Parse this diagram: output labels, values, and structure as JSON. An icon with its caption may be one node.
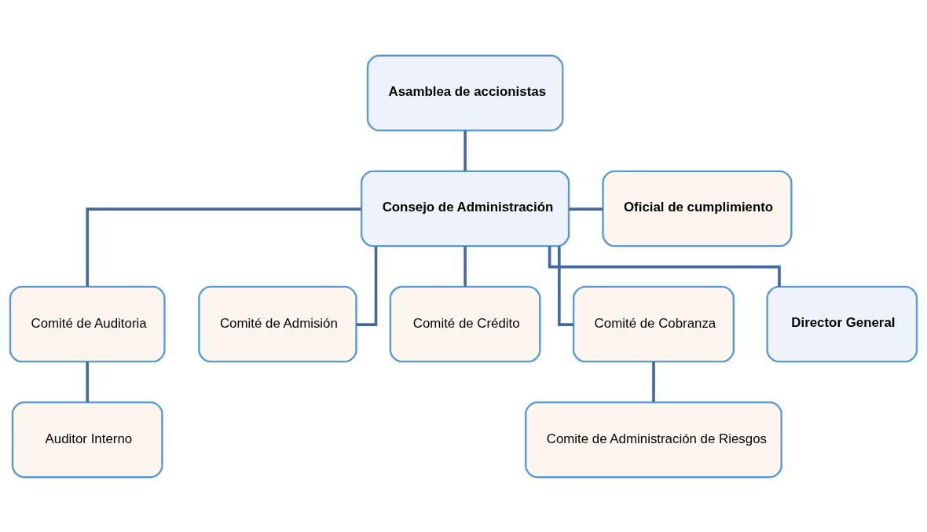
{
  "diagram": {
    "nodes": [
      {
        "text": [
          "Asamblea de accionistas"
        ]
      },
      {
        "text": [
          "Consejo de Administración"
        ]
      },
      {
        "text": [
          "Oficial de cumplimiento"
        ]
      },
      {
        "text": [
          "Comité de Auditoria"
        ]
      },
      {
        "text": [
          "Comité de Admisión"
        ]
      },
      {
        "text": [
          "Comité de Crédito"
        ]
      },
      {
        "text": [
          "Comité de Cobranza"
        ]
      },
      {
        "text": [
          "Auditor Interno"
        ]
      },
      {
        "text": [
          "Director General"
        ]
      },
      {
        "text": [
          "Comite de Administración de Riesgos"
        ]
      }
    ],
    "edges": [
      {
        "from": 0,
        "to": 1,
        "arrow": "none"
      },
      {
        "from": 1,
        "to": 2,
        "arrow": "none"
      },
      {
        "from": 1,
        "to": 3,
        "arrow": "none"
      },
      {
        "from": 1,
        "to": 4,
        "arrow": "none"
      },
      {
        "from": 1,
        "to": 8,
        "arrow": "none"
      },
      {
        "from": 1,
        "to": 5,
        "arrow": "none"
      },
      {
        "from": 1,
        "to": 6,
        "arrow": "none"
      },
      {
        "from": 3,
        "to": 7,
        "arrow": "none"
      },
      {
        "from": 6,
        "to": 9,
        "arrow": "none"
      }
    ]
  }
}
